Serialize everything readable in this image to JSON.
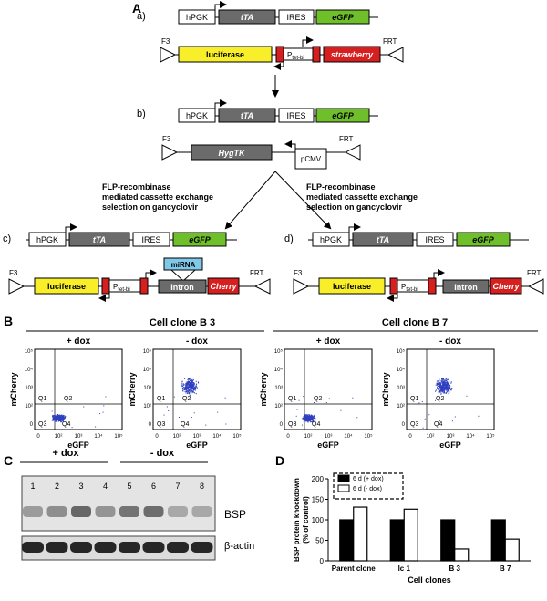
{
  "panel_a": {
    "letter": "A",
    "rows": {
      "a": "a)",
      "b": "b)",
      "c": "c)",
      "d": "d)"
    },
    "labels": {
      "hpgk": "hPGK",
      "tta": "tTA",
      "ires": "IRES",
      "egfp": "eGFP",
      "f3": "F3",
      "frt": "FRT",
      "luciferase": "luciferase",
      "ptet": "P",
      "ptet_sub": "tet-bi",
      "strawberry": "strawberry",
      "hygtk": "HygTK",
      "pcmv": "pCMV",
      "mirna": "miRNA",
      "intron": "Intron",
      "cherry": "Cherry"
    },
    "exchange_text": [
      "FLP-recombinase",
      "mediated cassette exchange",
      "selection on gancyclovir"
    ]
  },
  "panel_b": {
    "letter": "B",
    "clones": [
      "Cell clone B 3",
      "Cell clone B 7"
    ],
    "conditions": [
      "+ dox",
      "- dox"
    ],
    "xlabel": "eGFP",
    "ylabel": "mCherry",
    "ticks": [
      "0",
      "10²",
      "10³",
      "10⁴",
      "10⁵"
    ],
    "quadrants": [
      "Q1",
      "Q2",
      "Q3",
      "Q4"
    ]
  },
  "panel_c": {
    "letter": "C",
    "groups": [
      "+ dox",
      "- dox"
    ],
    "lanes": [
      "1",
      "2",
      "3",
      "4",
      "5",
      "6",
      "7",
      "8"
    ],
    "bands": [
      "BSP",
      "β-actin"
    ]
  },
  "panel_d": {
    "letter": "D"
  },
  "chart_data": {
    "type": "bar",
    "categories": [
      "Parent clone",
      "lc 1",
      "B 3",
      "B 7"
    ],
    "series": [
      {
        "name": "6 d (+ dox)",
        "values": [
          100,
          100,
          100,
          100
        ],
        "color": "#000000"
      },
      {
        "name": "6 d (- dox)",
        "values": [
          131,
          126,
          29,
          53
        ],
        "color": "#ffffff"
      }
    ],
    "xlabel": "Cell clones",
    "ylabel": "BSP protein knockdown (% of control)",
    "ylim": [
      0,
      200
    ],
    "yticks": [
      "0",
      "50",
      "100",
      "150",
      "200"
    ],
    "legend": "top-left"
  }
}
